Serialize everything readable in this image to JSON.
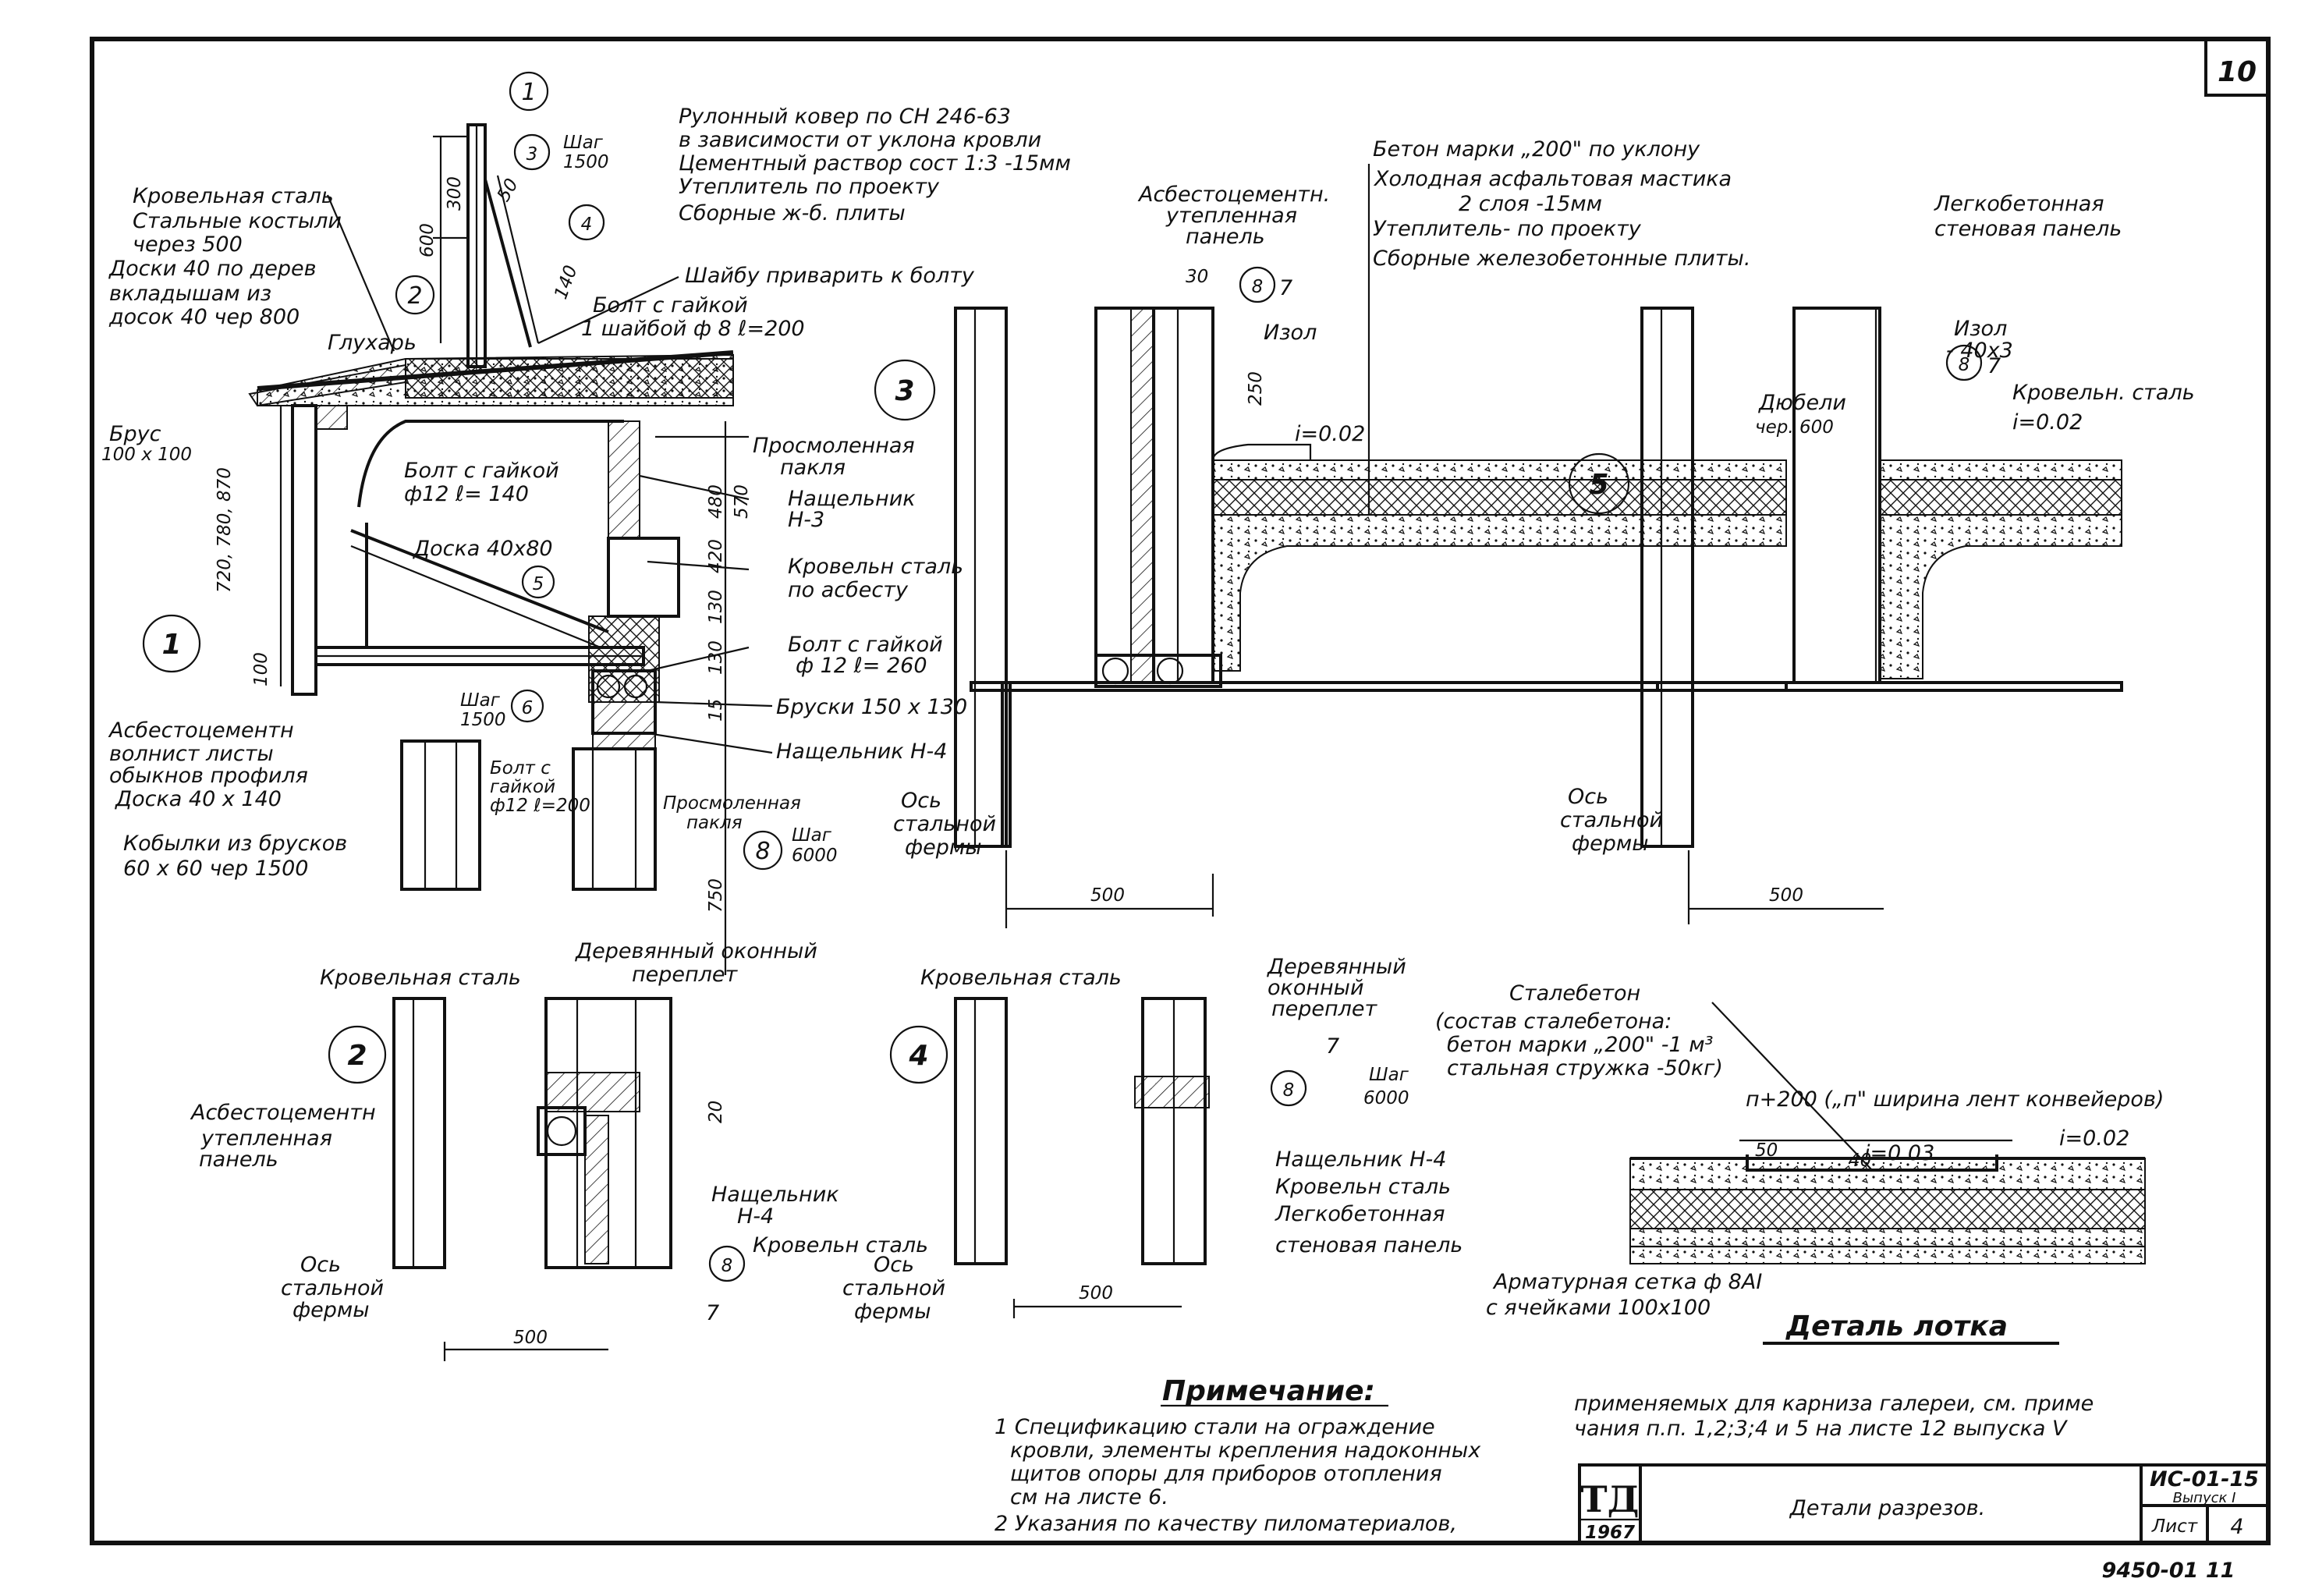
{
  "sheet_number": "10",
  "stamp": {
    "logo": "ТД",
    "year": "1967",
    "title": "Детали разрезов.",
    "series": "ИС-01-15",
    "issue": "Выпуск I",
    "sheet_label": "Лист",
    "sheet_no": "4",
    "archive_no": "9450-01 11"
  },
  "note": {
    "heading": "Примечание:",
    "lines": [
      "1 Спецификацию стали на ограждение",
      "кровли, элементы крепления надоконных",
      "щитов опоры для приборов отопления",
      "см на листе 6.",
      "2 Указания по качеству пиломатериалов,"
    ],
    "right_lines": [
      "применяемых для карниза галереи, см. приме",
      "чания п.п. 1,2;3;4 и 5  на листе 12 выпуска V"
    ]
  },
  "section1": {
    "number": "1",
    "left_labels": [
      "Кровельная сталь",
      "Стальные костыли",
      "через 500",
      "Доски 40 по дерев",
      "вкладышам из",
      "досок 40 чер 800"
    ],
    "glukhar": "Глухарь",
    "brus": [
      "Брус",
      "100 x 100"
    ],
    "dims_v": "720, 780, 870",
    "asbest": [
      "Асбестоцементн",
      "волнист листы",
      "обыкнов профиля",
      "Доска 40 x 140"
    ],
    "kobylki": [
      "Кобылки из брусков",
      "60 x 60  чер 1500"
    ],
    "top_labels": [
      "Рулонный ковер по СН 246-63",
      "в зависимости от уклона кровли",
      "Цементный раствор сост 1:3 -15мм",
      "Утеплитель по проекту",
      "Сборные ж-б. плиты"
    ],
    "shag_1500": [
      "Шаг",
      "1500"
    ],
    "washer": "Шайбу приварить к болту",
    "bolt1": [
      "Болт с гайкой",
      "1 шайбой ф 8 ℓ=200"
    ],
    "bolt2": [
      "Болт с гайкой",
      "ф12 ℓ= 140"
    ],
    "doska": "Доска 40x80",
    "shag2": [
      "Шаг",
      "1500"
    ],
    "bolt3": [
      "Болт с",
      "гайкой",
      "ф12 ℓ=200"
    ],
    "right_labels": [
      "Просмоленная",
      "пакля",
      "Нащельник",
      "Н-3",
      "Кровельн сталь",
      "по асбесту",
      "Болт с гайкой",
      "ф 12 ℓ= 260",
      "Бруски 150 x 130",
      "Нащельник Н-4",
      "Просмоленная",
      "пакля"
    ],
    "shag3": [
      "Шаг",
      "6000"
    ],
    "dims_misc": [
      "300",
      "600",
      "50",
      "140",
      "480",
      "570",
      "420",
      "130",
      "130",
      "15",
      "100",
      "750"
    ],
    "callouts": [
      "1",
      "2",
      "3",
      "4",
      "5",
      "6",
      "8"
    ]
  },
  "section3": {
    "number": "3",
    "labels": [
      "Асбестоцементн.",
      "утепленная",
      "панель",
      "Изол",
      "Ось",
      "стальной",
      "фермы"
    ],
    "dims": [
      "30",
      "250",
      "500"
    ],
    "slope": "i=0.02",
    "callout": "8",
    "mark": "7",
    "layers": [
      "Бетон марки „200\" по уклону",
      "Холодная асфальтовая мастика",
      "2 слоя -15мм",
      "Утеплитель- по проекту",
      "Сборные железобетонные плиты."
    ]
  },
  "section5": {
    "number": "5",
    "labels": [
      "Легкобетонная",
      "стеновая панель",
      "Изол",
      "- 40x3",
      "Дюбели",
      "чер. 600",
      "Кровельн. сталь",
      "Ось",
      "стальной",
      "фермы"
    ],
    "slope": "i=0.02",
    "dim": "500",
    "callout": "8",
    "mark": "7"
  },
  "section2": {
    "number": "2",
    "labels": [
      "Кровельная сталь",
      "Деревянный оконный",
      "переплет",
      "Асбестоцементн",
      "утепленная",
      "панель",
      "Нащельник",
      "Н-4",
      "Кровельн сталь",
      "Ось",
      "стальной",
      "фермы"
    ],
    "dims": [
      "20",
      "500"
    ],
    "callout": "8",
    "mark": "7"
  },
  "section4": {
    "number": "4",
    "labels": [
      "Кровельная сталь",
      "Деревянный",
      "оконный",
      "переплет",
      "Нащельник Н-4",
      "Кровельн сталь",
      "Легкобетонная",
      "стеновая панель",
      "Ось",
      "стальной",
      "фермы"
    ],
    "shag": [
      "Шаг",
      "6000"
    ],
    "dim": "500",
    "callout": "8",
    "mark": "7"
  },
  "lotok": {
    "title": "Деталь лотка",
    "labels": [
      "Сталебетон",
      "(состав сталебетона:",
      "бетон марки „200\" -1 м³",
      "стальная стружка -50кг)",
      "п+200 („п\" ширина лент конвейеров)",
      "Арматурная сетка ф 8АI",
      "с ячейками 100x100"
    ],
    "slopes": [
      "i=0.03",
      "i=0.02"
    ],
    "dims": [
      "50",
      "40"
    ]
  }
}
